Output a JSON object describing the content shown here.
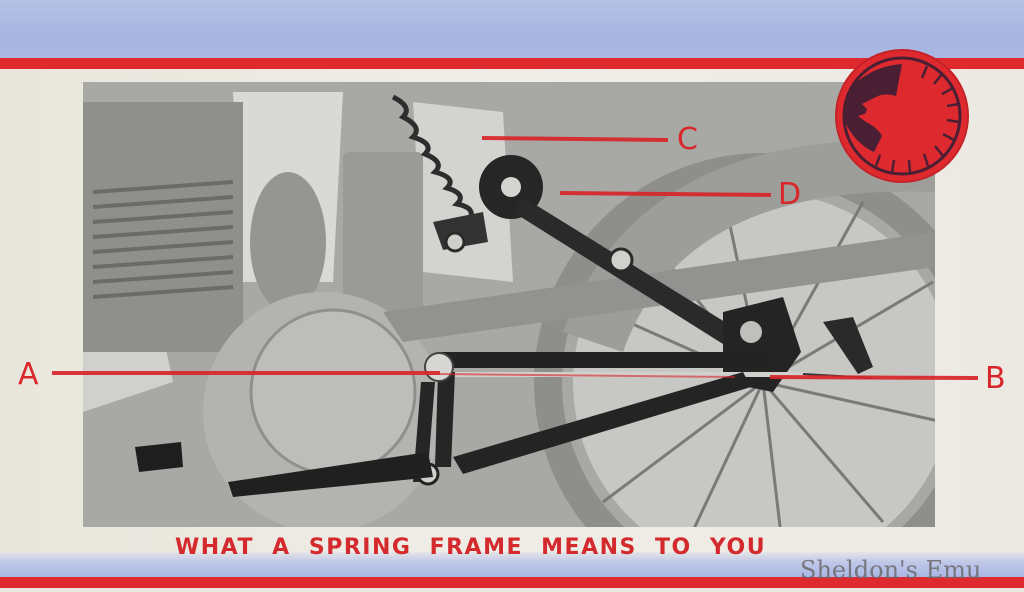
{
  "caption": "WHAT A SPRING FRAME MEANS TO YOU",
  "callouts": [
    {
      "id": "A",
      "label": "A"
    },
    {
      "id": "B",
      "label": "B"
    },
    {
      "id": "C",
      "label": "C"
    },
    {
      "id": "D",
      "label": "D"
    }
  ],
  "emblem": {
    "icon": "pegasus-horse-head-roundel-icon",
    "color": "#de2a2e",
    "ink": "#4a1f33"
  },
  "watermark": "Sheldon's Emu",
  "colors": {
    "brand_red": "#de2a2e",
    "band_blue": "#aab7e3",
    "paper": "#ece9e1",
    "photo_gray": "#a9a9a6"
  }
}
